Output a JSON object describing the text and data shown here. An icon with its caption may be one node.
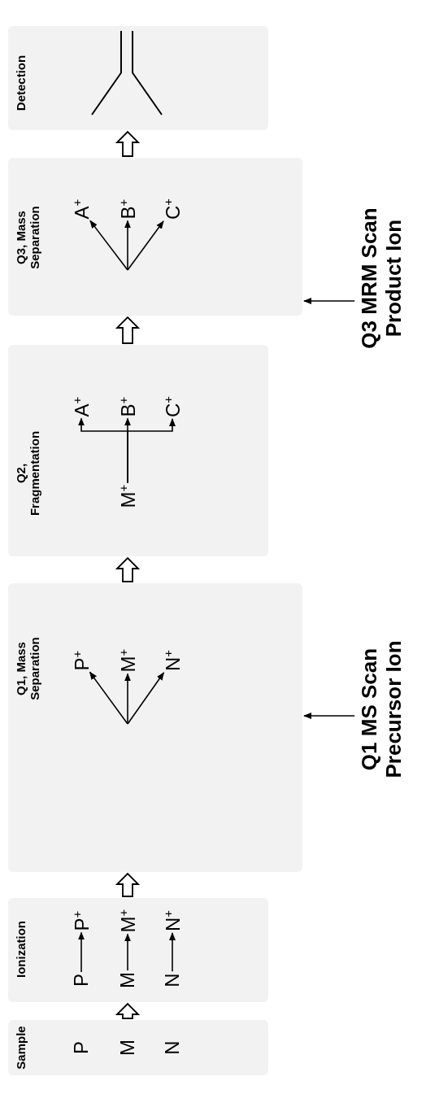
{
  "diagram": {
    "nodes": [
      {
        "text": [
          "Sample"
        ]
      },
      {
        "text": [
          "P"
        ],
        "in": 0
      },
      {
        "text": [
          "M"
        ],
        "in": 0
      },
      {
        "text": [
          "N"
        ],
        "in": 0
      },
      {
        "text": [
          "Ionization"
        ]
      },
      {
        "text": [
          "P"
        ],
        "in": 4
      },
      {
        "text": [
          "P$^{+}$"
        ],
        "in": 4
      },
      {
        "text": [
          "M"
        ],
        "in": 4
      },
      {
        "text": [
          "M$^{+}$"
        ],
        "in": 4
      },
      {
        "text": [
          "N"
        ],
        "in": 4
      },
      {
        "text": [
          "N$^{+}$"
        ],
        "in": 4
      },
      {
        "text": [
          "Q1, Mass Separation"
        ]
      },
      {
        "text": [
          "P$^{+}$"
        ],
        "in": 11
      },
      {
        "text": [
          "M$^{+}$"
        ],
        "in": 11
      },
      {
        "text": [
          "N$^{+}$"
        ],
        "in": 11
      },
      {
        "text": [
          "Q2, Fragmentation"
        ]
      },
      {
        "text": [
          "M$^{+}$"
        ],
        "in": 15
      },
      {
        "text": [
          "A$^{+}$"
        ],
        "in": 15
      },
      {
        "text": [
          "B$^{+}$"
        ],
        "in": 15
      },
      {
        "text": [
          "C$^{+}$"
        ],
        "in": 15
      },
      {
        "text": [
          "Q3, Mass Separation"
        ]
      },
      {
        "text": [
          "A$^{+}$"
        ],
        "in": 20
      },
      {
        "text": [
          "B$^{+}$"
        ],
        "in": 20
      },
      {
        "text": [
          "C$^{+}$"
        ],
        "in": 20
      },
      {
        "text": [
          "Detection"
        ]
      },
      {
        "text": [],
        "shape": "funnel",
        "in": 24
      },
      {
        "text": [
          "Q1 MS Scan Precursor Ion"
        ]
      },
      {
        "text": [
          "Q3 MRM Scan Product Ion"
        ]
      }
    ],
    "edges": [
      {
        "from": 0,
        "to": 4,
        "arrow": "to",
        "style": "thick"
      },
      {
        "from": 4,
        "to": 11,
        "arrow": "to",
        "style": "thick"
      },
      {
        "from": 11,
        "to": 15,
        "arrow": "to",
        "style": "thick"
      },
      {
        "from": 15,
        "to": 20,
        "arrow": "to",
        "style": "thick"
      },
      {
        "from": 20,
        "to": 24,
        "arrow": "to",
        "style": "thick"
      },
      {
        "from": 5,
        "to": 6,
        "arrow": "to"
      },
      {
        "from": 7,
        "to": 8,
        "arrow": "to"
      },
      {
        "from": 9,
        "to": 10,
        "arrow": "to"
      },
      {
        "from": null,
        "to": 12,
        "arrow": "to"
      },
      {
        "from": null,
        "to": 13,
        "arrow": "to"
      },
      {
        "from": null,
        "to": 14,
        "arrow": "to"
      },
      {
        "from": 16,
        "to": 17,
        "arrow": "to"
      },
      {
        "from": 16,
        "to": 18,
        "arrow": "to"
      },
      {
        "from": 16,
        "to": 19,
        "arrow": "to"
      },
      {
        "from": null,
        "to": 21,
        "arrow": "to"
      },
      {
        "from": null,
        "to": 22,
        "arrow": "to"
      },
      {
        "from": null,
        "to": 23,
        "arrow": "to"
      },
      {
        "from": 26,
        "to": 11,
        "arrow": "to"
      },
      {
        "from": 27,
        "to": 20,
        "arrow": "to"
      }
    ]
  }
}
